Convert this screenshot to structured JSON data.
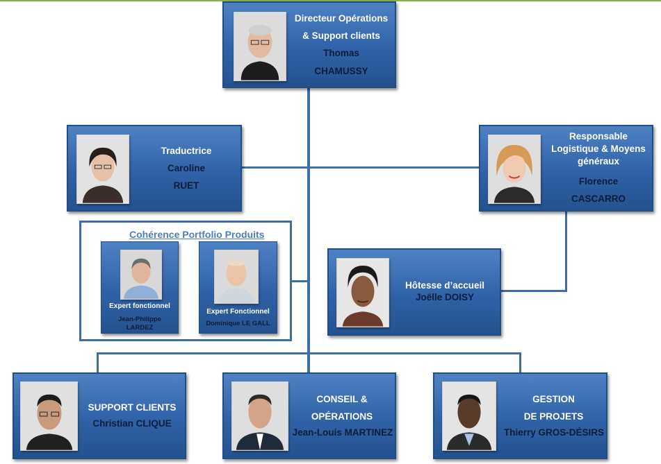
{
  "chart": {
    "director": {
      "title_lines": [
        "Directeur Opérations",
        "&  Support clients"
      ],
      "first_name": "Thomas",
      "last_name": "CHAMUSSY"
    },
    "translator": {
      "title": "Traductrice",
      "first_name": "Caroline",
      "last_name": "RUET"
    },
    "logistics": {
      "title_lines": [
        "Responsable",
        "Logistique & Moyens",
        "généraux"
      ],
      "first_name": "Florence",
      "last_name": "CASCARRO"
    },
    "reception": {
      "title": "Hôtesse d’accueil",
      "name": "Joëlle DOISY"
    },
    "portfolio": {
      "title": "Cohérence Portfolio Produits",
      "experts": [
        {
          "role": "Expert fonctionnel",
          "name_lines": [
            "Jean-Philippe",
            "LARDEZ"
          ]
        },
        {
          "role": "Expert Fonctionnel",
          "name_lines": [
            "Dominique LE GALL"
          ]
        }
      ]
    },
    "support": {
      "title": "SUPPORT CLIENTS",
      "name": "Christian CLIQUE"
    },
    "conseil": {
      "title_lines": [
        "CONSEIL &",
        "OPÉRATIONS"
      ],
      "name": "Jean-Louis MARTINEZ"
    },
    "projets": {
      "title_lines": [
        "GESTION",
        "DE PROJETS"
      ],
      "name": "Thierry GROS-DÉSIRS"
    }
  },
  "colors": {
    "card": "#2f62a6",
    "connector": "#3d6fa6",
    "name_text": "#0d1d3a",
    "group_title": "#4f7fb8"
  }
}
